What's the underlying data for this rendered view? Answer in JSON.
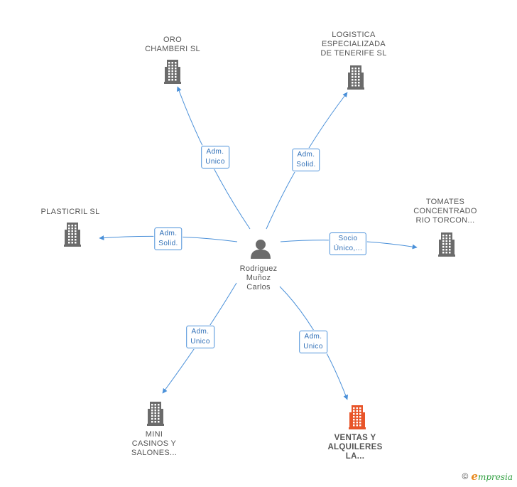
{
  "center": {
    "name_lines": [
      "Rodriguez",
      "Muñoz",
      "Carlos"
    ],
    "icon": "person-icon"
  },
  "companies": [
    {
      "id": "oro",
      "lines": [
        "ORO",
        "CHAMBERI SL"
      ],
      "highlight": false
    },
    {
      "id": "logistica",
      "lines": [
        "LOGISTICA",
        "ESPECIALIZADA",
        "DE TENERIFE SL"
      ],
      "highlight": false
    },
    {
      "id": "plasticril",
      "lines": [
        "PLASTICRIL SL"
      ],
      "highlight": false
    },
    {
      "id": "tomates",
      "lines": [
        "TOMATES",
        "CONCENTRADO",
        "RIO TORCON..."
      ],
      "highlight": false
    },
    {
      "id": "mini",
      "lines": [
        "MINI",
        "CASINOS Y",
        "SALONES..."
      ],
      "highlight": false
    },
    {
      "id": "ventas",
      "lines": [
        "VENTAS Y",
        "ALQUILERES",
        "LA..."
      ],
      "highlight": true
    }
  ],
  "relations": [
    {
      "target": "oro",
      "lines": [
        "Adm.",
        "Unico"
      ]
    },
    {
      "target": "logistica",
      "lines": [
        "Adm.",
        "Solid."
      ]
    },
    {
      "target": "plasticril",
      "lines": [
        "Adm.",
        "Solid."
      ]
    },
    {
      "target": "tomates",
      "lines": [
        "Socio",
        "Único,..."
      ]
    },
    {
      "target": "mini",
      "lines": [
        "Adm.",
        "Unico"
      ]
    },
    {
      "target": "ventas",
      "lines": [
        "Adm.",
        "Unico"
      ]
    }
  ],
  "colors": {
    "edge": "#4a90d9",
    "building": "#6b6b6b",
    "building_highlight": "#e8552a",
    "person": "#6b6b6b"
  },
  "footer": {
    "copyright": "©",
    "brand_initial": "e",
    "brand_rest": "mpresia"
  }
}
